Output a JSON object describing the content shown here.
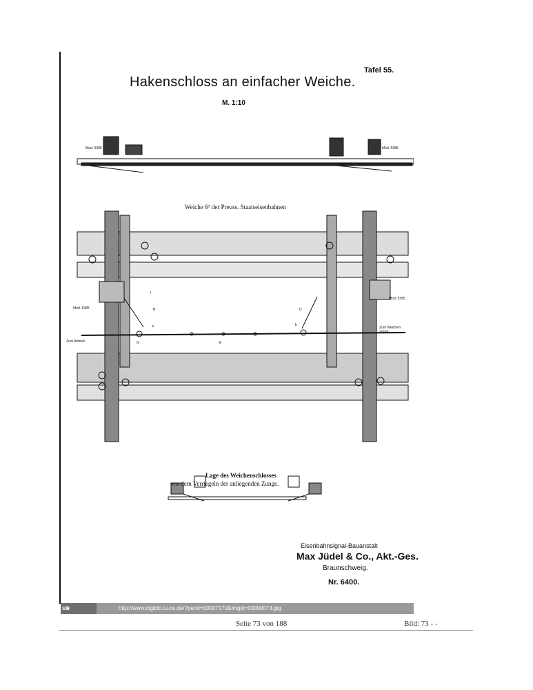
{
  "plate": {
    "tafel": "Tafel 55.",
    "title": "Hakenschloss an einfacher Weiche.",
    "scale": "M. 1:10",
    "caption_top": "Weiche 6⁹ der Preuss. Staatseisenbahnen",
    "caption_bottom_line1": "Lage des Weichenschlosses",
    "caption_bottom_line2": "vor dem Verriegeln der anliegenden Zunge.",
    "maker_line1": "Eisenbahnsignal-Bauanstalt",
    "maker_line2": "Max Jüdel & Co., Akt.-Ges.",
    "maker_line3": "Braunschweig.",
    "number": "Nr. 6400."
  },
  "drawing_labels": {
    "mod_left_top": "Mod. 5385",
    "mod_right_top": "Mod. 5385",
    "mod_left_plan": "Mod. 5385",
    "mod_right_plan": "Mod. 5385",
    "a": "a",
    "b": "b",
    "B": "B",
    "D": "D",
    "E": "E",
    "G": "G",
    "I": "I",
    "zum_antrieb": "Zum Antrieb",
    "zum_weichensignal": "Zum Weichen signal"
  },
  "viewer": {
    "logo": "UB Braunschweig",
    "url": "http://www.digibib.tu-bs.de/?pend=00007170&imgid=00000073.jpg",
    "page_info": "Seite 73 von 188",
    "bild_info": "Bild: 73 - -"
  }
}
